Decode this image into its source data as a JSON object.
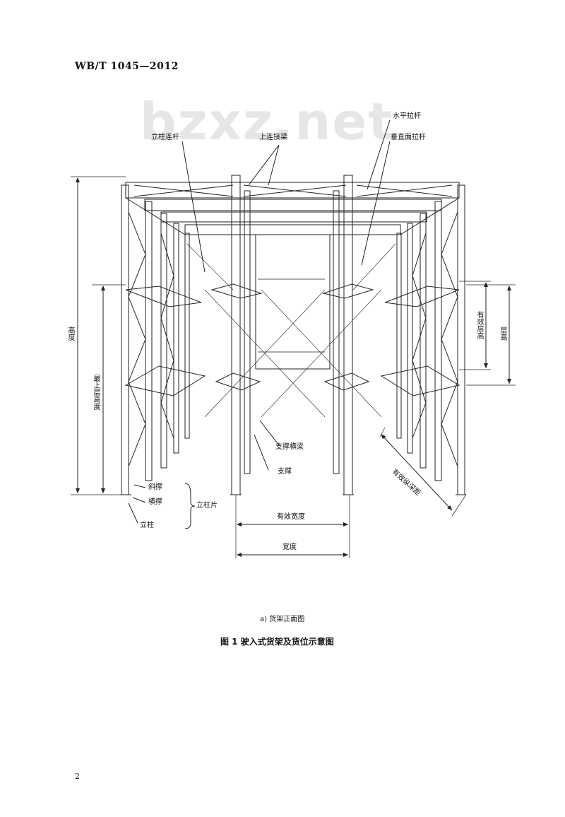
{
  "header": {
    "standard_code": "WB/T 1045—2012"
  },
  "watermark": "bzxz.net",
  "figure": {
    "labels": {
      "column_connector": "立柱连杆",
      "upper_connecting_beam": "上连接梁",
      "horizontal_tie_rod": "水平拉杆",
      "vertical_plane_tie_rod": "垂直面拉杆",
      "support_beam": "支撑横梁",
      "support": "支撑",
      "diagonal_brace": "斜撑",
      "horizontal_brace": "横撑",
      "column": "立柱",
      "upright_frame": "立柱片",
      "effective_width": "有效宽度",
      "width": "宽度",
      "effective_depth": "有效纵深距",
      "height": "高度",
      "top_layer_height": "最上层高度",
      "effective_layer_height": "有效层高",
      "layer_height": "层高"
    },
    "subcaption": "a)  货架正面图",
    "caption": "图 1   驶入式货架及货位示意图"
  },
  "page_number": "2"
}
